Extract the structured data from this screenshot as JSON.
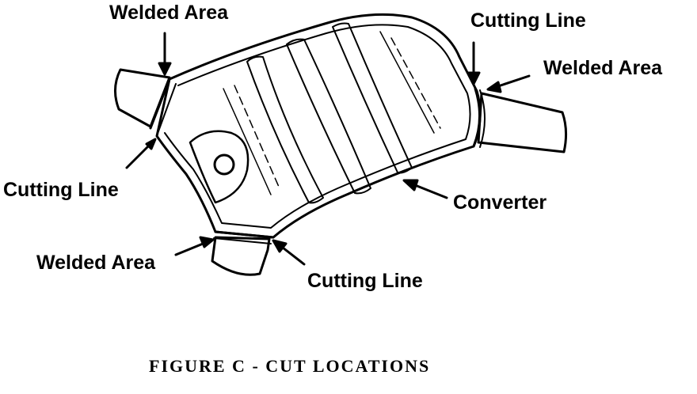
{
  "labels": {
    "welded_area_top_left": "Welded Area",
    "cutting_line_top_right": "Cutting Line",
    "welded_area_right": "Welded Area",
    "cutting_line_left": "Cutting Line",
    "converter": "Converter",
    "welded_area_bottom": "Welded Area",
    "cutting_line_bottom": "Cutting Line"
  },
  "caption": "FIGURE C - CUT LOCATIONS",
  "colors": {
    "ink": "#000000",
    "paper": "#ffffff"
  }
}
